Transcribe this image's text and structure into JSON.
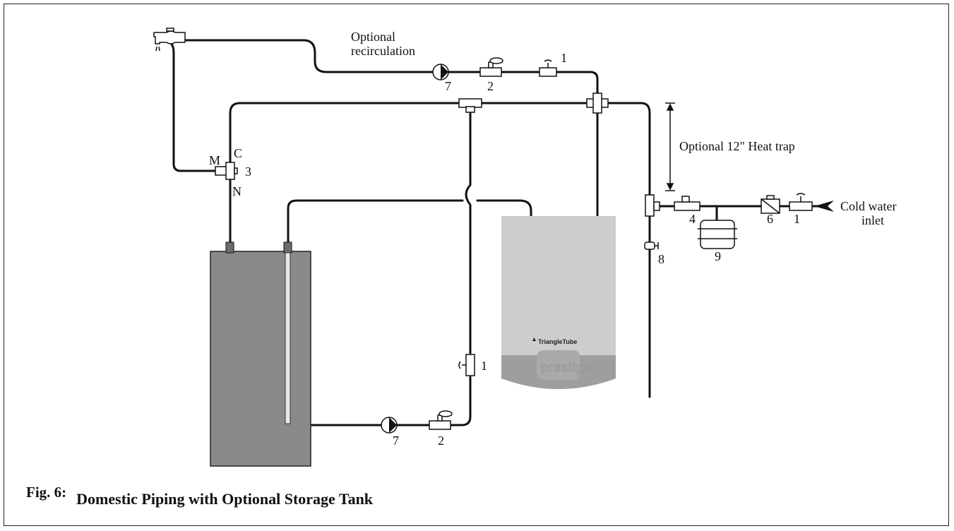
{
  "figure": {
    "number": "Fig. 6:",
    "title": "Domestic Piping with Optional Storage Tank"
  },
  "labels": {
    "optional_recirc_line1": "Optional",
    "optional_recirc_line2": "recirculation",
    "heat_trap": "Optional 12\" Heat trap",
    "cold_water_line1": "Cold water",
    "cold_water_line2": "inlet",
    "mixing_m": "M",
    "mixing_c": "C",
    "mixing_n": "N"
  },
  "components": {
    "pump_top": "7",
    "valve_top": "2",
    "shutoff_top": "1",
    "mixing_valve": "3",
    "tee_check": "4",
    "backflow": "6",
    "shutoff_inlet": "1",
    "drain": "8",
    "expansion_tank": "9",
    "shutoff_mid": "1",
    "pump_bottom": "7",
    "valve_bottom": "2"
  },
  "boiler": {
    "brand": "TriangleTube",
    "model": "prestige"
  },
  "colors": {
    "pipe": "#111111",
    "tank": "#8a8a8a",
    "boiler_light": "#cdcdcd",
    "boiler_dark": "#9e9e9e"
  }
}
